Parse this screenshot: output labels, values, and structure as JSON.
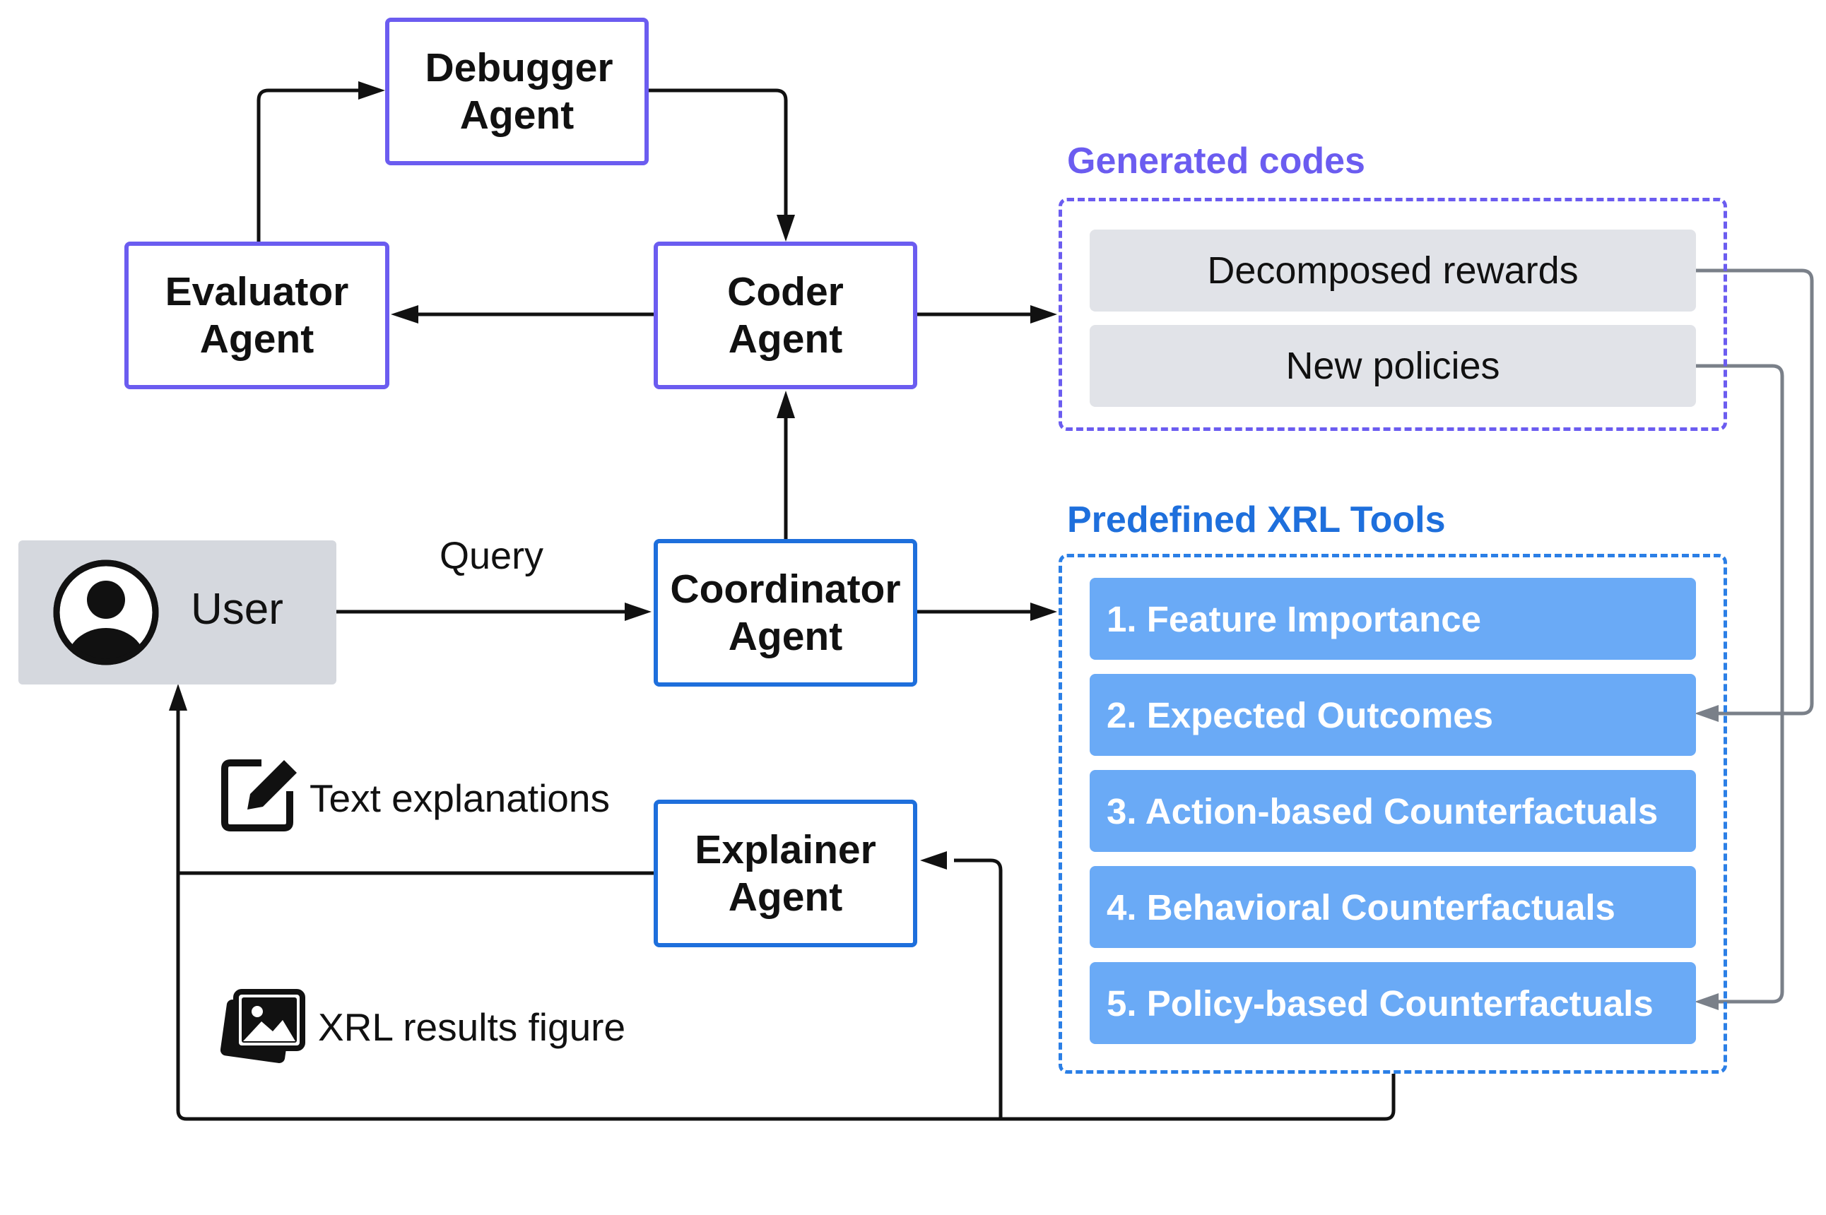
{
  "agents": {
    "debugger": "Debugger Agent",
    "evaluator": "Evaluator Agent",
    "coder": "Coder Agent",
    "coordinator": "Coordinator Agent",
    "explainer": "Explainer Agent"
  },
  "user": {
    "label": "User"
  },
  "edge_labels": {
    "query": "Query",
    "text_explanations": "Text explanations",
    "xrl_results_figure": "XRL results figure"
  },
  "generated_codes": {
    "title": "Generated codes",
    "items": [
      "Decomposed rewards",
      "New policies"
    ]
  },
  "xrl_tools": {
    "title": "Predefined XRL Tools",
    "items": [
      "1. Feature Importance",
      "2. Expected Outcomes",
      "3. Action-based Counterfactuals",
      "4. Behavioral Counterfactuals",
      "5. Policy-based Counterfactuals"
    ]
  },
  "colors": {
    "llm_agent_border": "#6b5cf0",
    "coordinator_border": "#1e6fdc",
    "tool_fill": "#6aaaf6",
    "code_fill": "#e1e3e8",
    "user_fill": "#d5d8de",
    "arrow_main": "#111111",
    "arrow_gray": "#7a8089"
  }
}
